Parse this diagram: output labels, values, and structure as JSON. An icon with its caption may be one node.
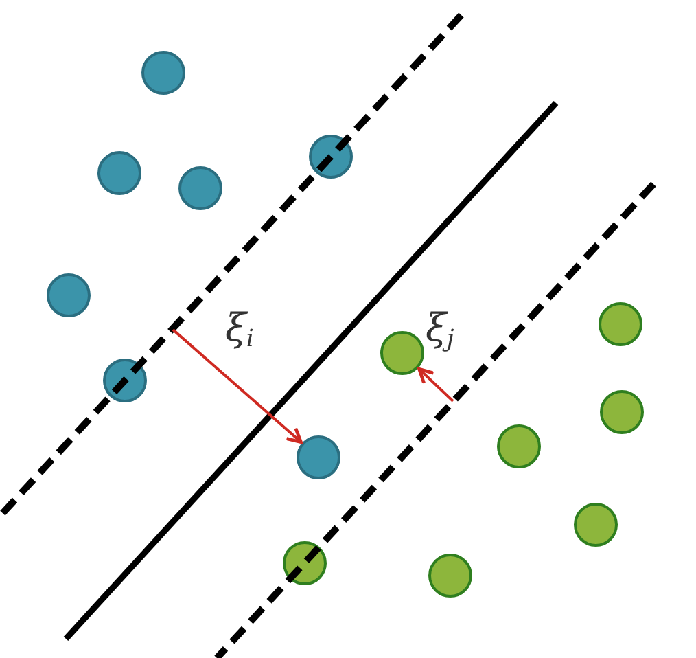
{
  "diagram": {
    "nodes": [
      {
        "text": [],
        "shape": "circle"
      },
      {
        "text": [],
        "shape": "circle"
      },
      {
        "text": [],
        "shape": "circle"
      },
      {
        "text": [],
        "shape": "circle"
      },
      {
        "text": [],
        "shape": "circle"
      },
      {
        "text": [],
        "shape": "circle"
      },
      {
        "text": [],
        "shape": "circle"
      },
      {
        "text": [],
        "shape": "circle"
      },
      {
        "text": [],
        "shape": "circle"
      },
      {
        "text": [],
        "shape": "circle"
      },
      {
        "text": [],
        "shape": "circle"
      },
      {
        "text": [],
        "shape": "circle"
      },
      {
        "text": [],
        "shape": "circle"
      },
      {
        "text": [],
        "shape": "circle"
      }
    ],
    "edges": [
      {
        "from": null,
        "to": 10,
        "arrow": "to",
        "label": "ξ$_{i}$"
      },
      {
        "from": null,
        "to": 6,
        "arrow": "to",
        "label": "ξ$_{j}$"
      }
    ]
  }
}
